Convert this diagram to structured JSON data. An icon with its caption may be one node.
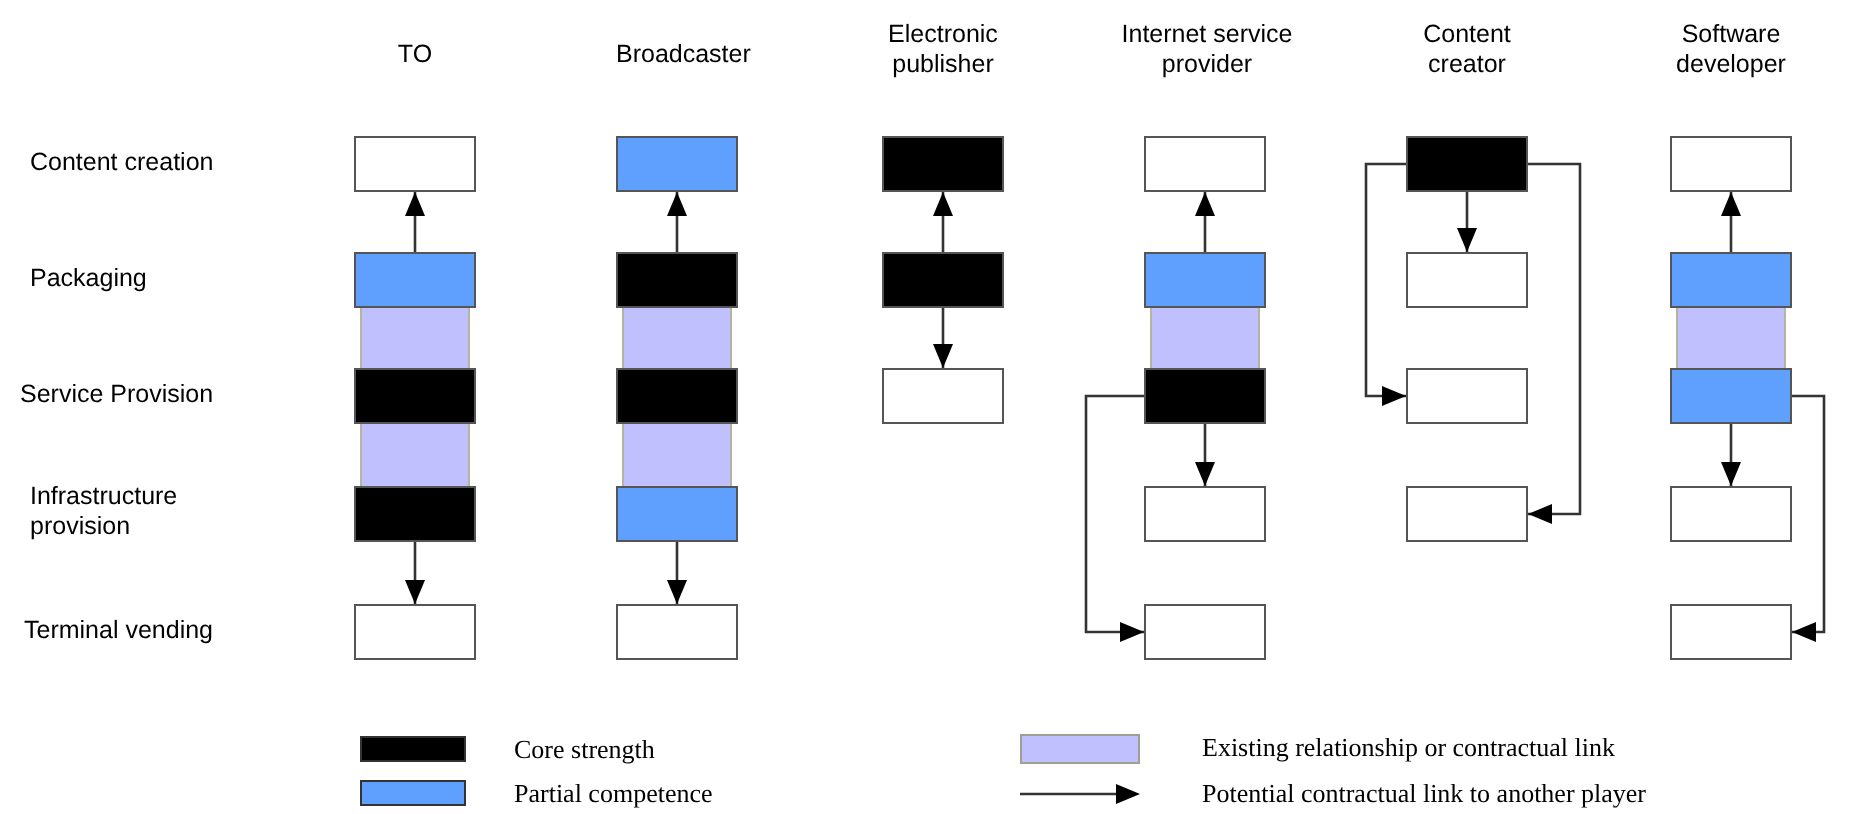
{
  "diagram": {
    "nodes": [
      {
        "text": [],
        "shape": "box"
      },
      {
        "text": [],
        "shape": "box"
      },
      {
        "text": [],
        "shape": "bar"
      },
      {
        "text": [],
        "shape": "box"
      },
      {
        "text": [],
        "shape": "bar"
      },
      {
        "text": [],
        "shape": "box"
      },
      {
        "text": [],
        "shape": "box"
      },
      {
        "text": [],
        "shape": "box"
      },
      {
        "text": [],
        "shape": "box"
      },
      {
        "text": [],
        "shape": "bar"
      },
      {
        "text": [],
        "shape": "box"
      },
      {
        "text": [],
        "shape": "bar"
      },
      {
        "text": [],
        "shape": "box"
      },
      {
        "text": [],
        "shape": "box"
      },
      {
        "text": [],
        "shape": "box"
      },
      {
        "text": [],
        "shape": "box"
      },
      {
        "text": [],
        "shape": "box"
      },
      {
        "text": [],
        "shape": "box"
      },
      {
        "text": [],
        "shape": "box"
      },
      {
        "text": [],
        "shape": "bar"
      },
      {
        "text": [],
        "shape": "box"
      },
      {
        "text": [],
        "shape": "box"
      },
      {
        "text": [],
        "shape": "box"
      },
      {
        "text": [],
        "shape": "box"
      },
      {
        "text": [],
        "shape": "box"
      },
      {
        "text": [],
        "shape": "box"
      },
      {
        "text": [],
        "shape": "box"
      },
      {
        "text": [],
        "shape": "box"
      },
      {
        "text": [],
        "shape": "box"
      },
      {
        "text": [],
        "shape": "bar"
      },
      {
        "text": [],
        "shape": "box"
      },
      {
        "text": [],
        "shape": "box"
      },
      {
        "text": [],
        "shape": "box"
      }
    ],
    "edges": [
      {
        "from": 1,
        "to": 0,
        "arrow": "to"
      },
      {
        "from": 5,
        "to": 6,
        "arrow": "to"
      },
      {
        "from": 8,
        "to": 7,
        "arrow": "to"
      },
      {
        "from": 12,
        "to": 13,
        "arrow": "to"
      },
      {
        "from": 15,
        "to": 14,
        "arrow": "to"
      },
      {
        "from": 15,
        "to": 16,
        "arrow": "to"
      },
      {
        "from": 18,
        "to": 17,
        "arrow": "to"
      },
      {
        "from": 20,
        "to": 21,
        "arrow": "to"
      },
      {
        "from": 20,
        "to": 22,
        "arrow": "to"
      },
      {
        "from": 23,
        "to": 24,
        "arrow": "to"
      },
      {
        "from": 23,
        "to": 25,
        "arrow": "to"
      },
      {
        "from": 23,
        "to": 26,
        "arrow": "to"
      },
      {
        "from": 28,
        "to": 27,
        "arrow": "to"
      },
      {
        "from": 30,
        "to": 31,
        "arrow": "to"
      },
      {
        "from": 30,
        "to": 32,
        "arrow": "to"
      }
    ],
    "labels": [
      "TO",
      "Broadcaster",
      "Electronic publisher",
      "Internet service provider",
      "Content creator",
      "Software developer",
      "Content creation",
      "Packaging",
      "Service Provision",
      "Infrastructure provision",
      "Terminal vending"
    ],
    "legend": [
      {
        "text": "Core strength",
        "color": "#000000"
      },
      {
        "text": "Partial competence",
        "color": "#5fa0ff"
      },
      {
        "text": "Existing relationship or contractual link",
        "color": "#c0c0ff"
      },
      {
        "text": "Potential contractual link to another player"
      }
    ]
  }
}
